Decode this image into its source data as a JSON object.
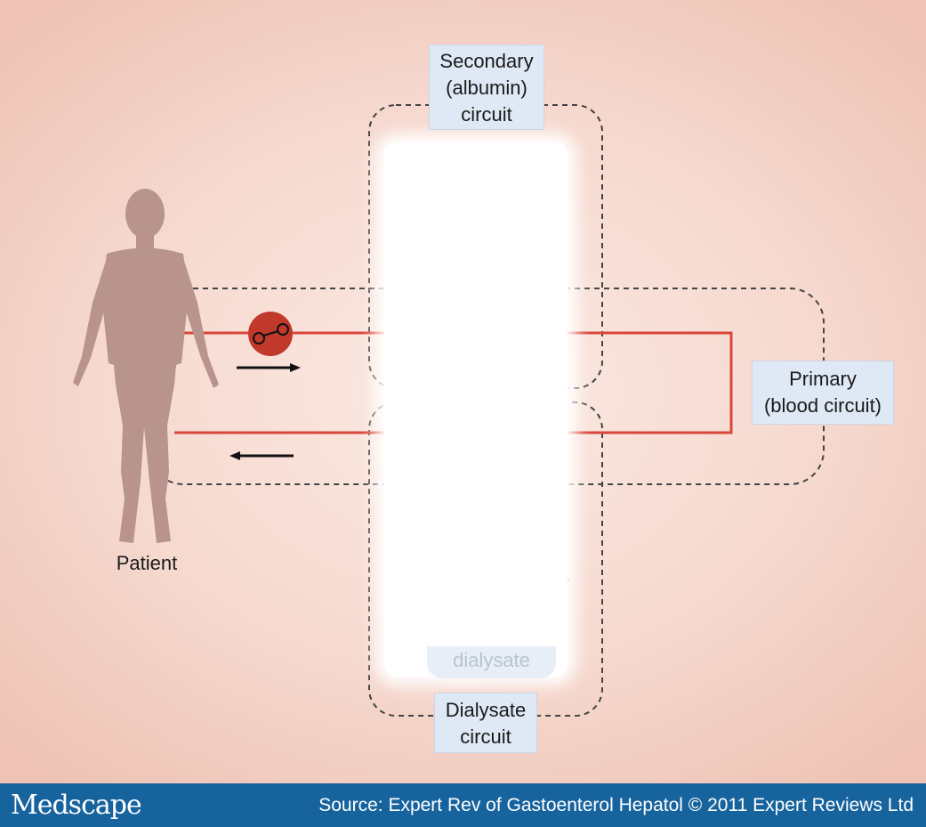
{
  "labels": {
    "secondary": [
      "Secondary",
      "(albumin)",
      "circuit"
    ],
    "primary": [
      "Primary",
      "(blood circuit)"
    ],
    "dialysate_circuit": [
      "Dialysate",
      "circuit"
    ],
    "dialysate_partial": "dialysate",
    "patient": "Patient"
  },
  "footer": {
    "brand": "Medscape",
    "source": "Source: Expert Rev of Gastoenterol Hepatol © 2011 Expert Reviews Ltd"
  },
  "colors": {
    "blood_line": "#d9463a",
    "pump": "#c0392b",
    "patient": "#b8948d",
    "dashed": "#444444",
    "label_box": "#dfe9f5",
    "footer_bg": "#16639e"
  },
  "icons": {
    "pump": "pump-icon",
    "patient": "human-figure-icon"
  }
}
